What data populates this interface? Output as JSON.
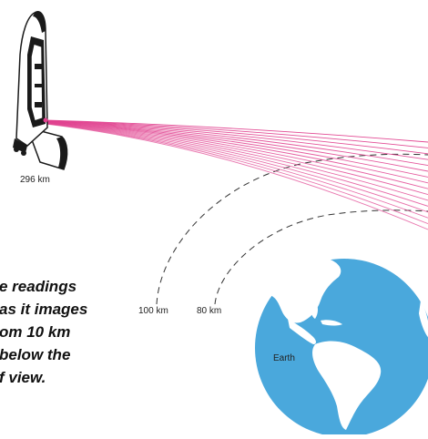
{
  "labels": {
    "shuttle_altitude": "296 km",
    "layer_100": "100 km",
    "layer_80": "80 km",
    "earth": "Earth"
  },
  "caption_lines": [
    "e readings",
    " as it images",
    "om 10 km",
    " below the",
    "f view."
  ],
  "colors": {
    "beam": "#e0408e",
    "ocean": "#4aa8dc",
    "land": "#ffffff",
    "shuttle_body": "#ffffff",
    "shuttle_dark": "#1a1a1a",
    "dashed_line": "#333333"
  },
  "icons": {
    "shuttle": "space-shuttle-icon",
    "earth": "earth-globe-icon"
  }
}
